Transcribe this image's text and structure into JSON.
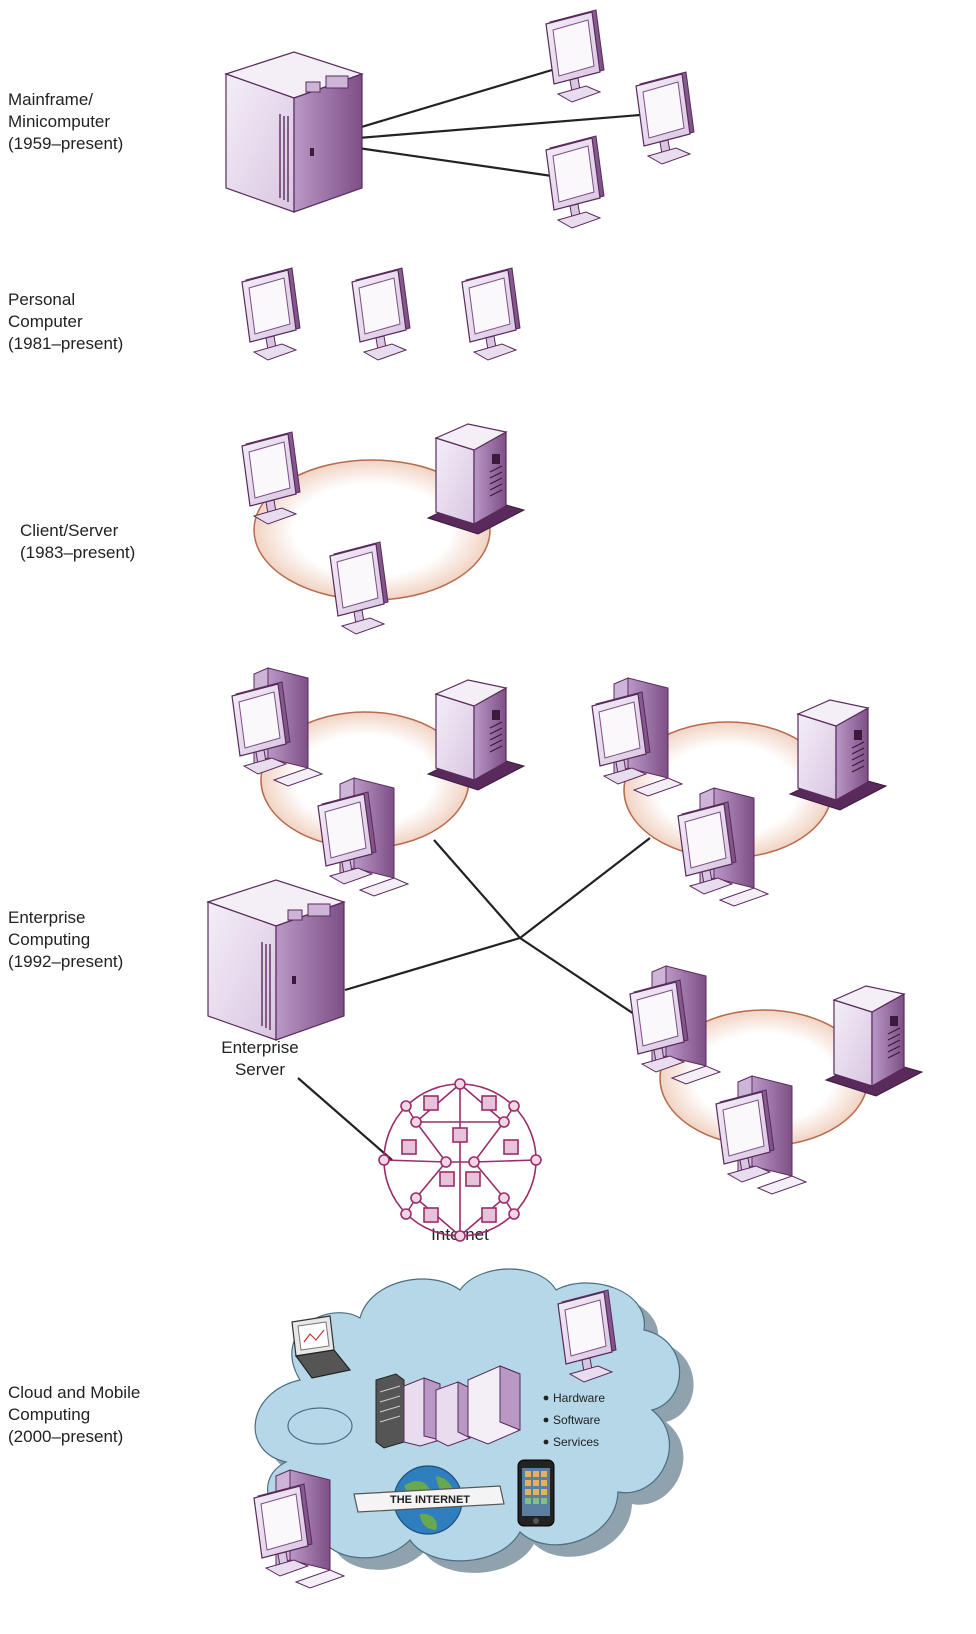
{
  "eras": [
    {
      "line1": "Mainframe/",
      "line2": "Minicomputer",
      "line3": "(1959–present)"
    },
    {
      "line1": "Personal",
      "line2": "Computer",
      "line3": "(1981–present)"
    },
    {
      "line1": "Client/Server",
      "line2": "(1983–present)"
    },
    {
      "line1": "Enterprise",
      "line2": "Computing",
      "line3": "(1992–present)"
    },
    {
      "line1": "Cloud and Mobile",
      "line2": "Computing",
      "line3": "(2000–present)"
    }
  ],
  "enterprise": {
    "server_line1": "Enterprise",
    "server_line2": "Server",
    "internet_label": "Internet"
  },
  "cloud": {
    "bullets": [
      "Hardware",
      "Software",
      "Services"
    ],
    "internet_banner": "THE INTERNET"
  },
  "colors": {
    "device_face": "#e8dcef",
    "device_side": "#cdb5d8",
    "device_dark": "#5a2a5c",
    "ring": "#f1d9c8",
    "ring_stroke": "#b86a4c",
    "net": "#9a2d6b",
    "cloud": "#b6d7e8"
  }
}
